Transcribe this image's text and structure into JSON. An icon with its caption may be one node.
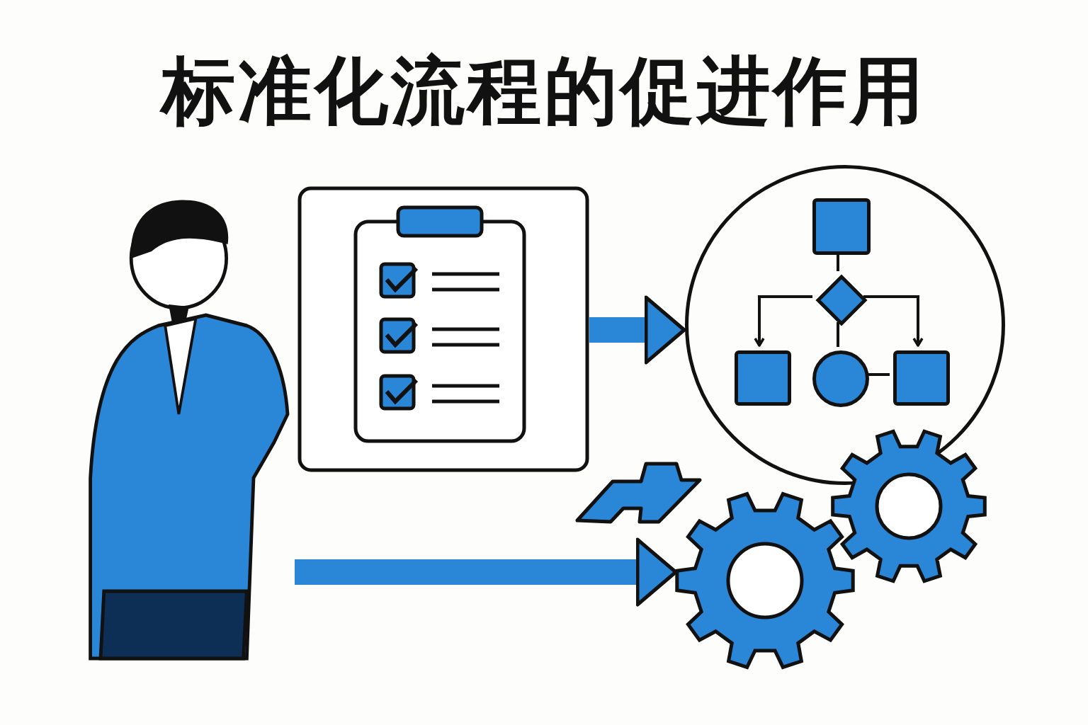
{
  "diagram": {
    "title": "标准化流程的促进作用",
    "nodes": [
      {
        "text": [],
        "shape": "person"
      },
      {
        "text": [],
        "shape": "picture"
      },
      {
        "text": [],
        "shape": "circle"
      },
      {
        "text": [],
        "shape": "box",
        "in": 2
      },
      {
        "text": [],
        "shape": "diamond",
        "in": 2
      },
      {
        "text": [],
        "shape": "box",
        "in": 2
      },
      {
        "text": [],
        "shape": "circle",
        "in": 2
      },
      {
        "text": [],
        "shape": "box",
        "in": 2
      },
      {
        "text": [],
        "shape": "picture"
      },
      {
        "text": [],
        "shape": "arrow"
      }
    ],
    "edges": [
      {
        "from": 1,
        "to": 2,
        "arrow": "to",
        "style": "thick",
        "color": "#2a86d6"
      },
      {
        "from": 0,
        "to": 8,
        "arrow": "to",
        "style": "thick",
        "color": "#2a86d6"
      },
      {
        "from": 3,
        "to": 4,
        "arrow": "none"
      },
      {
        "from": 4,
        "to": 5,
        "arrow": "to"
      },
      {
        "from": 4,
        "to": 7,
        "arrow": "to"
      },
      {
        "from": 4,
        "to": 6,
        "arrow": "none"
      },
      {
        "from": 6,
        "to": 7,
        "arrow": "none"
      }
    ]
  }
}
